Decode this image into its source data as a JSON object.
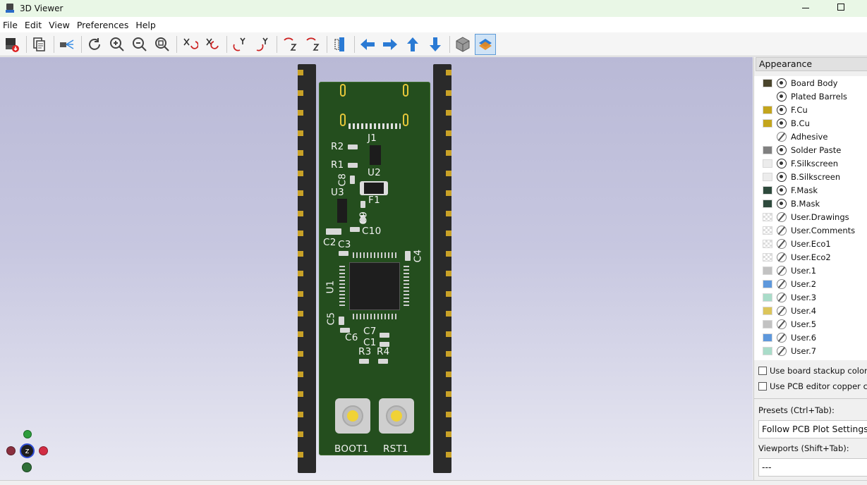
{
  "window": {
    "title": "3D Viewer"
  },
  "menu": [
    "File",
    "Edit",
    "View",
    "Preferences",
    "Help"
  ],
  "toolbar": {
    "icons": [
      "render-icon",
      "copy-icon",
      "raytrace-icon",
      "reload-icon",
      "zoom-in-icon",
      "zoom-out-icon",
      "zoom-fit-icon",
      "rotate-x-cw-icon",
      "rotate-x-ccw-icon",
      "rotate-y-cw-icon",
      "rotate-y-ccw-icon",
      "rotate-z-cw-icon",
      "rotate-z-ccw-icon",
      "flip-board-icon",
      "move-left-icon",
      "move-right-icon",
      "move-up-icon",
      "move-down-icon",
      "ortho-icon",
      "layers-manager-icon"
    ]
  },
  "board": {
    "labels": [
      "R2",
      "J1",
      "R1",
      "C8",
      "U2",
      "U3",
      "F1",
      "C9",
      "C10",
      "C2",
      "C3",
      "C4",
      "U1",
      "C5",
      "C6",
      "C7",
      "C1",
      "R3",
      "R4",
      "BOOT1",
      "RST1"
    ]
  },
  "panel": {
    "title": "Appearance",
    "layers": [
      {
        "name": "Board Body",
        "color": "#4a452c",
        "visible": true
      },
      {
        "name": "Plated Barrels",
        "color": "",
        "visible": true
      },
      {
        "name": "F.Cu",
        "color": "#c3a51d",
        "visible": true
      },
      {
        "name": "B.Cu",
        "color": "#c3a51d",
        "visible": true
      },
      {
        "name": "Adhesive",
        "color": "",
        "visible": false
      },
      {
        "name": "Solder Paste",
        "color": "#808080",
        "visible": true
      },
      {
        "name": "F.Silkscreen",
        "color": "#ececec",
        "visible": true
      },
      {
        "name": "B.Silkscreen",
        "color": "#ececec",
        "visible": true
      },
      {
        "name": "F.Mask",
        "color": "#2e4a3c",
        "visible": true
      },
      {
        "name": "B.Mask",
        "color": "#2e4a3c",
        "visible": true
      },
      {
        "name": "User.Drawings",
        "color": "checker",
        "visible": false
      },
      {
        "name": "User.Comments",
        "color": "checker",
        "visible": false
      },
      {
        "name": "User.Eco1",
        "color": "checker",
        "visible": false
      },
      {
        "name": "User.Eco2",
        "color": "checker",
        "visible": false
      },
      {
        "name": "User.1",
        "color": "#c2c2c2",
        "visible": false
      },
      {
        "name": "User.2",
        "color": "#5e98dc",
        "visible": false
      },
      {
        "name": "User.3",
        "color": "#a9dcc9",
        "visible": false
      },
      {
        "name": "User.4",
        "color": "#dcc55a",
        "visible": false
      },
      {
        "name": "User.5",
        "color": "#c2c2c2",
        "visible": false
      },
      {
        "name": "User.6",
        "color": "#5e98dc",
        "visible": false
      },
      {
        "name": "User.7",
        "color": "#a9dcc9",
        "visible": false
      }
    ],
    "use_board_stackup": "Use board stackup colors",
    "use_pcb_copper": "Use PCB editor copper colors",
    "presets_label": "Presets (Ctrl+Tab):",
    "presets_value": "Follow PCB Plot Settings",
    "viewports_label": "Viewports (Shift+Tab):",
    "viewports_value": "---"
  }
}
